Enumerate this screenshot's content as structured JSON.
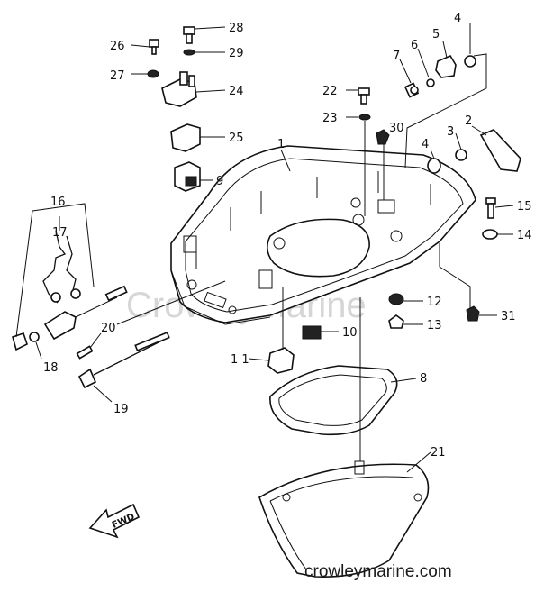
{
  "diagram": {
    "callouts": [
      {
        "id": "1",
        "label": "1"
      },
      {
        "id": "2",
        "label": "2"
      },
      {
        "id": "3",
        "label": "3"
      },
      {
        "id": "4a",
        "label": "4"
      },
      {
        "id": "4b",
        "label": "4"
      },
      {
        "id": "5",
        "label": "5"
      },
      {
        "id": "6",
        "label": "6"
      },
      {
        "id": "7",
        "label": "7"
      },
      {
        "id": "8",
        "label": "8"
      },
      {
        "id": "9",
        "label": "9"
      },
      {
        "id": "10",
        "label": "10"
      },
      {
        "id": "11",
        "label": "1 1"
      },
      {
        "id": "12",
        "label": "12"
      },
      {
        "id": "13",
        "label": "13"
      },
      {
        "id": "14",
        "label": "14"
      },
      {
        "id": "15",
        "label": "15"
      },
      {
        "id": "16",
        "label": "16"
      },
      {
        "id": "17",
        "label": "17"
      },
      {
        "id": "18",
        "label": "18"
      },
      {
        "id": "19",
        "label": "19"
      },
      {
        "id": "20",
        "label": "20"
      },
      {
        "id": "21",
        "label": "21"
      },
      {
        "id": "22",
        "label": "22"
      },
      {
        "id": "23",
        "label": "23"
      },
      {
        "id": "24",
        "label": "24"
      },
      {
        "id": "25",
        "label": "25"
      },
      {
        "id": "26",
        "label": "26"
      },
      {
        "id": "27",
        "label": "27"
      },
      {
        "id": "28",
        "label": "28"
      },
      {
        "id": "29",
        "label": "29"
      },
      {
        "id": "30",
        "label": "30"
      },
      {
        "id": "31",
        "label": "31"
      }
    ],
    "fwd_label": "FWD",
    "watermark": "CrowleyMarine",
    "site_credit": "crowleymarine.com"
  }
}
